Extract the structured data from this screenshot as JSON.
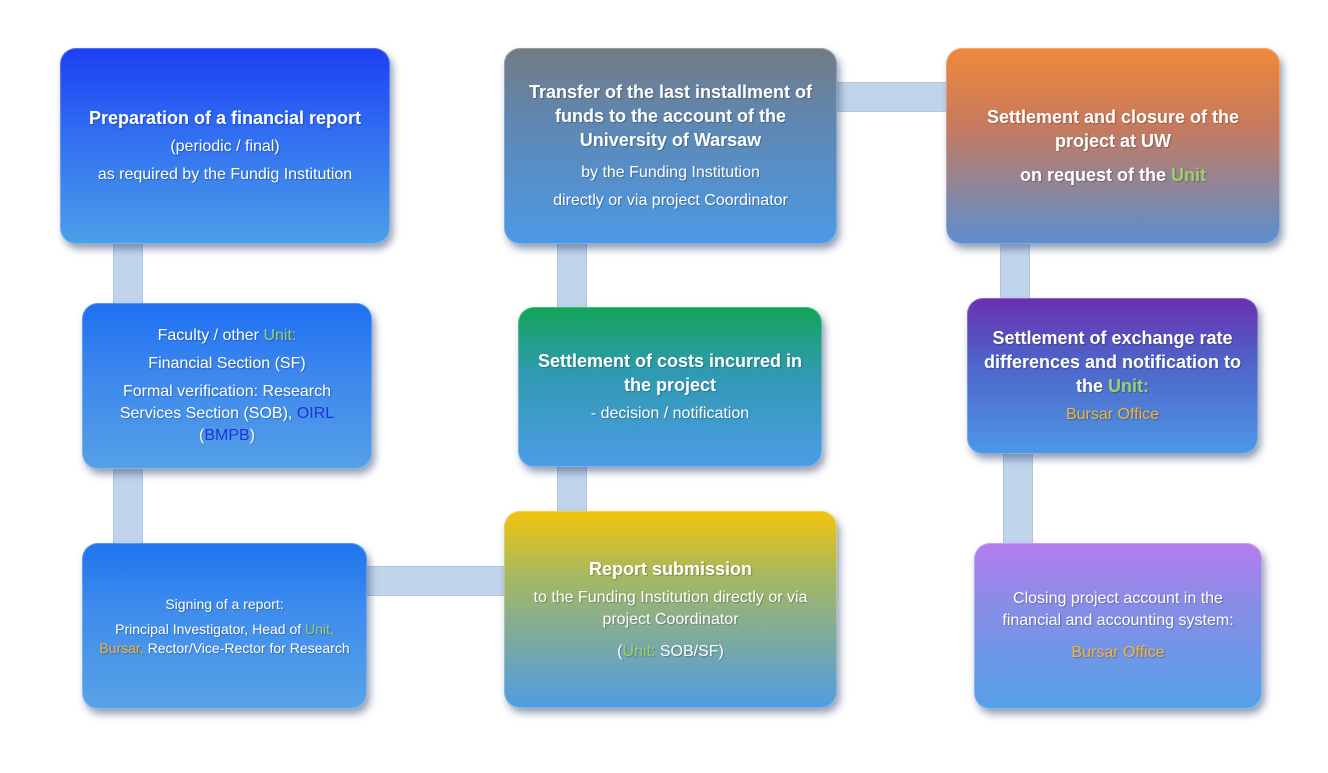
{
  "boxes": {
    "b1": {
      "title": "Preparation of a financial report",
      "line2": "(periodic / final)",
      "line3": "as required by the Fundig Institution"
    },
    "b2": {
      "title": "Transfer of the last installment of funds to the account of the University of Warsaw",
      "line2": "by the Funding Institution",
      "line3": "directly or via project Coordinator"
    },
    "b3": {
      "title": "Settlement and closure of the project at UW",
      "line2_prefix": "on request of the ",
      "line2_highlight": "Unit"
    },
    "b4": {
      "line1_prefix": "Faculty / other ",
      "line1_highlight": "Unit:",
      "line2": "Financial Section (SF)",
      "line3_prefix": "Formal verification:  Research Services Section (SOB), ",
      "line3_link": "OIRL",
      "line3_open": "(",
      "line3_link2": "BMPB",
      "line3_close": ")"
    },
    "b5": {
      "title": "Settlement of costs incurred in the project",
      "line2": "- decision / notification"
    },
    "b6": {
      "title_prefix": "Settlement of exchange rate differences and notification to the ",
      "title_highlight": "Unit:",
      "line2": "Bursar Office"
    },
    "b7": {
      "title": "Signing of a report:",
      "line2_prefix": "Principal Investigator, Head of  ",
      "line2_highlight": "Unit,",
      "line3_highlight": "Bursar,",
      "line3_rest": " Rector/Vice-Rector for Research"
    },
    "b8": {
      "title": "Report submission",
      "line2": "to the Funding Institution directly or via project Coordinator",
      "line3_open": "(",
      "line3_highlight": "Unit:",
      "line3_rest": " SOB/SF)"
    },
    "b9": {
      "line1": "Closing project account in the financial and accounting system:",
      "line2": "Bursar Office"
    }
  },
  "colors": {
    "unit_highlight": "#9bd06a",
    "bursar_highlight": "#f7b233",
    "link_blue": "#2033d6",
    "connector": "#c0d4ec"
  }
}
